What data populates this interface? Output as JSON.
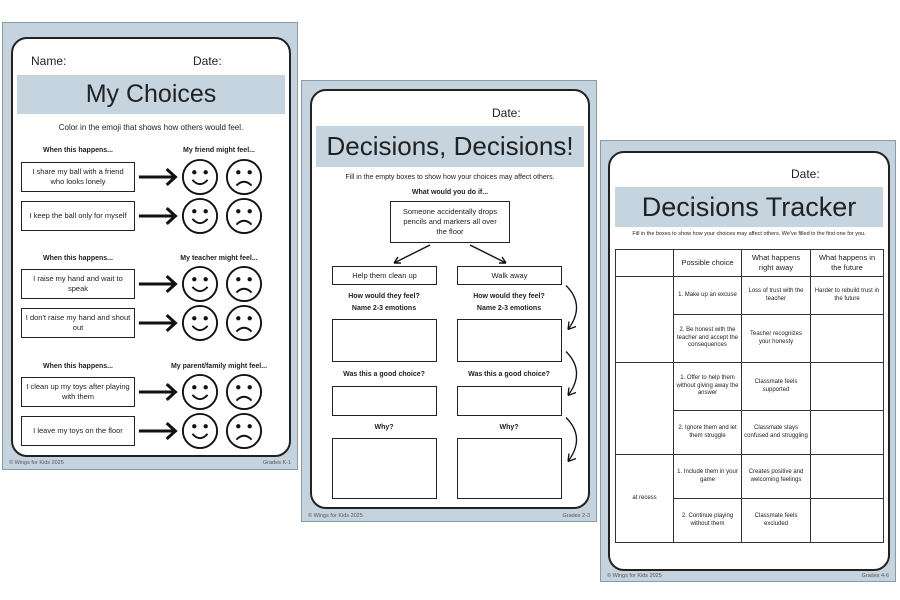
{
  "pages": {
    "tracker": {
      "date_label": "Date:",
      "title": "Decisions Tracker",
      "instructions": "Fill in the boxes to show how your choices may affect others. We've filled in the first one for you.",
      "columns": [
        "",
        "Possible choice",
        "What happens right away",
        "What happens in the future"
      ],
      "rows": [
        {
          "scenario": "",
          "choice": "1.   Make up an excuse",
          "now": "Loss of trust with the teacher",
          "future": "Harder to rebuild trust in the future"
        },
        {
          "scenario": "",
          "choice": "2. Be honest with the teacher and accept the consequences",
          "now": "Teacher recognizes your honesty",
          "future": ""
        },
        {
          "scenario": "",
          "choice": "1.   Offer to help them without giving away the answer",
          "now": "Classmate feels supported",
          "future": ""
        },
        {
          "scenario": "",
          "choice": "2. Ignore them and let them struggle",
          "now": "Classmate stays confused and struggling",
          "future": ""
        },
        {
          "scenario": "",
          "choice": "1. Include them in your game",
          "now": "Creates positive and welcoming feelings",
          "future": ""
        },
        {
          "scenario": "at recess",
          "choice": "2. Continue playing without them",
          "now": "Classmate feels excluded",
          "future": ""
        }
      ],
      "footer_left": "© Wings for Kids 2025",
      "footer_right": "Grades 4-6"
    },
    "decisions": {
      "date_label": "Date:",
      "title": "Decisions, Decisions!",
      "instructions": "Fill in the empty boxes to show how your choices may affect others.",
      "prompt": "What would you do if...",
      "scenario": "Someone accidentally drops pencils and markers all over the floor",
      "options": [
        "Help them clean up",
        "Walk away"
      ],
      "feel_q": "How would they feel?",
      "feel_sub": "Name 2-3 emotions",
      "good_q": "Was this a good choice?",
      "why_q": "Why?",
      "footer_left": "© Wings for Kids 2025",
      "footer_right": "Grades 2-3"
    },
    "choices": {
      "name_label": "Name:",
      "date_label": "Date:",
      "title": "My Choices",
      "instructions": "Color in the emoji that shows how others would feel.",
      "sections": [
        {
          "when": "When this happens...",
          "feel": "My friend might feel...",
          "rows": [
            "I share my ball with a friend who looks lonely",
            "I keep the ball only for myself"
          ]
        },
        {
          "when": "When this happens...",
          "feel": "My teacher might feel...",
          "rows": [
            "I raise my hand and wait to speak",
            "I don't raise my hand and shout out"
          ]
        },
        {
          "when": "When this happens...",
          "feel": "My parent/family might feel...",
          "rows": [
            "I clean up my toys after playing with them",
            "I leave my toys on the floor"
          ]
        }
      ],
      "footer_left": "© Wings for Kids 2025",
      "footer_right": "Grades K-1"
    }
  },
  "colors": {
    "frame": "#c5d3de",
    "band": "#c5d4df",
    "ink": "#222222"
  }
}
